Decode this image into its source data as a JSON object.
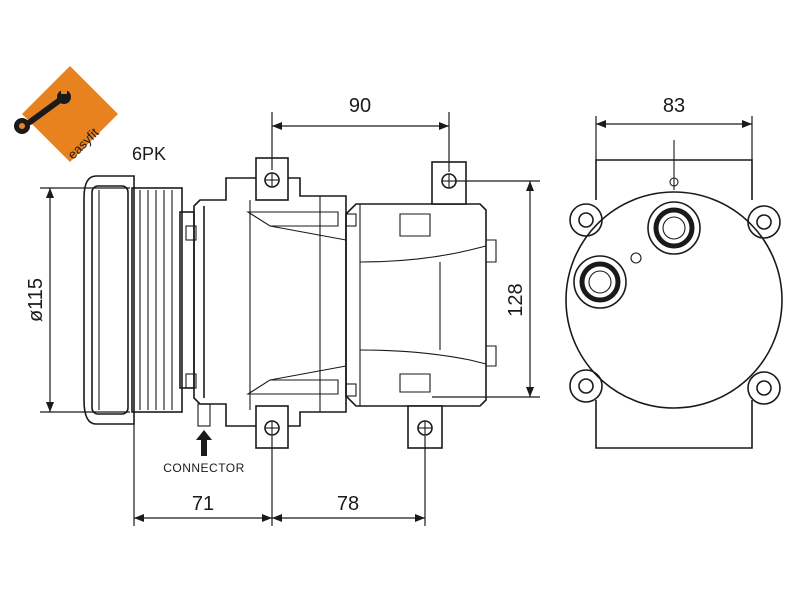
{
  "brand": {
    "logo_text": "easyfit",
    "logo_color": "#e8821e"
  },
  "labels": {
    "belt_type": "6PK",
    "connector": "CONNECTOR"
  },
  "dimensions": {
    "top_bolt_spacing": "90",
    "end_view_width": "83",
    "pulley_diameter": "ø115",
    "height": "128",
    "pulley_to_bolt": "71",
    "bolt_spacing_bottom": "78"
  }
}
